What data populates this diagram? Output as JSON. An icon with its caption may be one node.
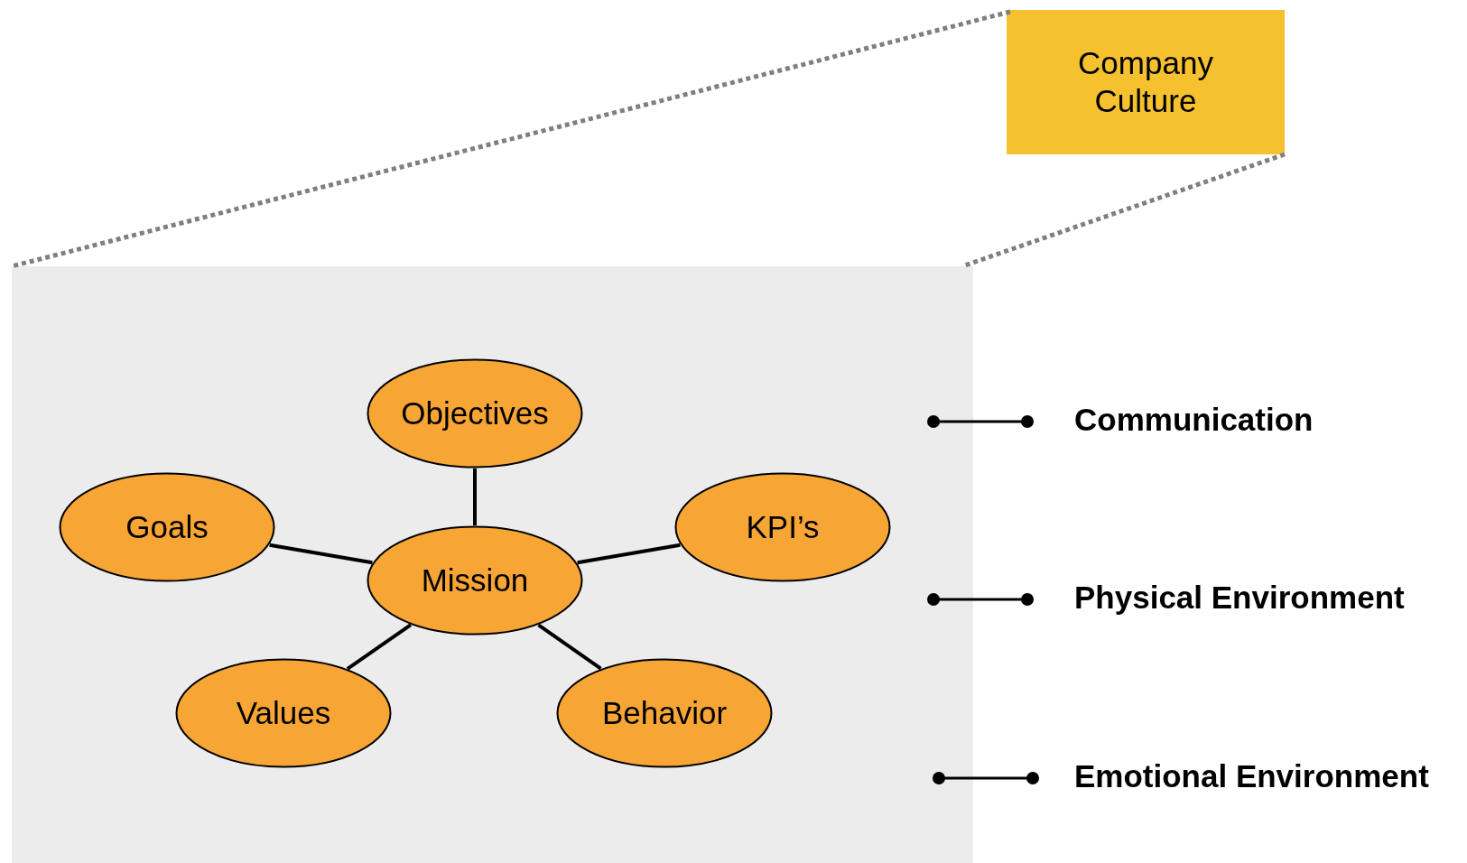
{
  "diagram": {
    "nodes": [
      {
        "text": [
          "Company Culture"
        ]
      },
      {
        "text": [],
        "shape": "box"
      },
      {
        "text": [
          "Objectives"
        ],
        "in": 1
      },
      {
        "text": [
          "Goals"
        ],
        "in": 1
      },
      {
        "text": [
          "Mission"
        ],
        "in": 1
      },
      {
        "text": [
          "KPI’s"
        ],
        "in": 1
      },
      {
        "text": [
          "Values"
        ],
        "in": 1
      },
      {
        "text": [
          "Behavior"
        ],
        "in": 1
      }
    ],
    "edges": [
      {
        "from": 0,
        "to": 1,
        "arrow": "none",
        "style": "dashed",
        "color": "#7f7f7f"
      },
      {
        "from": 0,
        "to": 1,
        "arrow": "none",
        "style": "dashed",
        "color": "#7f7f7f"
      },
      {
        "from": 4,
        "to": 2,
        "arrow": "none"
      },
      {
        "from": 4,
        "to": 3,
        "arrow": "none"
      },
      {
        "from": 4,
        "to": 5,
        "arrow": "none"
      },
      {
        "from": 4,
        "to": 6,
        "arrow": "none"
      },
      {
        "from": 4,
        "to": 7,
        "arrow": "none"
      }
    ],
    "labels": [
      "Communication",
      "Physical Environment",
      "Emotional Environment"
    ]
  }
}
